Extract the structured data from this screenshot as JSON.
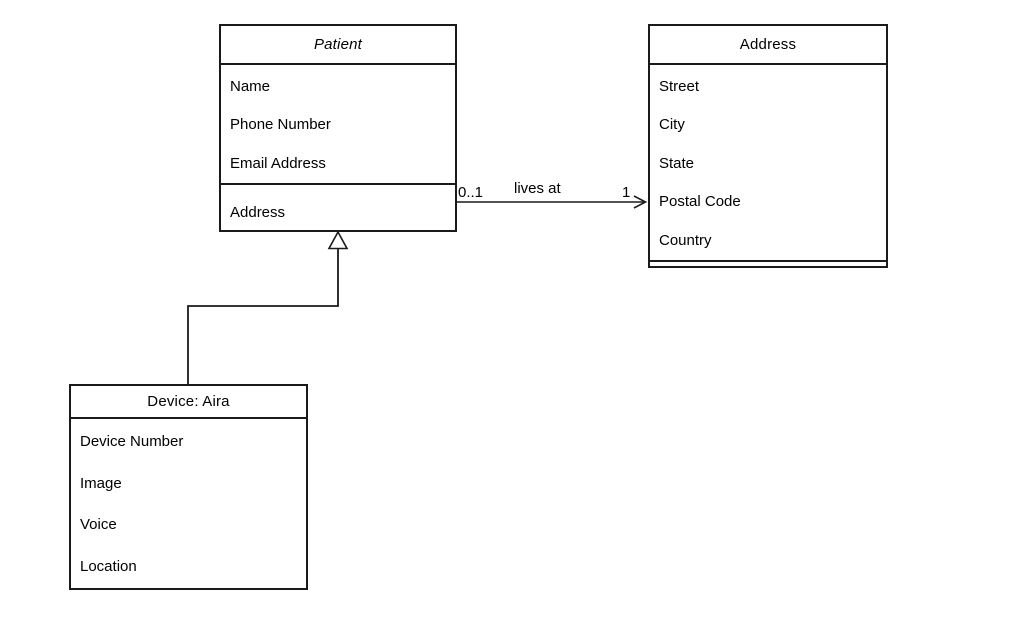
{
  "classes": {
    "patient": {
      "title": "Patient",
      "compartment1": [
        "Name",
        "Phone Number",
        "Email Address"
      ],
      "compartment2": [
        "Address"
      ]
    },
    "address": {
      "title": "Address",
      "compartment1": [
        "Street",
        "City",
        "State",
        "Postal Code",
        "Country"
      ]
    },
    "device": {
      "title": "Device: Aira",
      "compartment1": [
        "Device Number",
        "Image",
        "Voice",
        "Location"
      ]
    }
  },
  "association": {
    "label": "lives at",
    "source_class": "Patient",
    "target_class": "Address",
    "source_multiplicity": "0..1",
    "target_multiplicity": "1"
  },
  "generalization": {
    "child": "Device: Aira",
    "parent": "Patient"
  },
  "colors": {
    "line": "#1a1a1a",
    "background": "#ffffff",
    "text": "#000000"
  }
}
